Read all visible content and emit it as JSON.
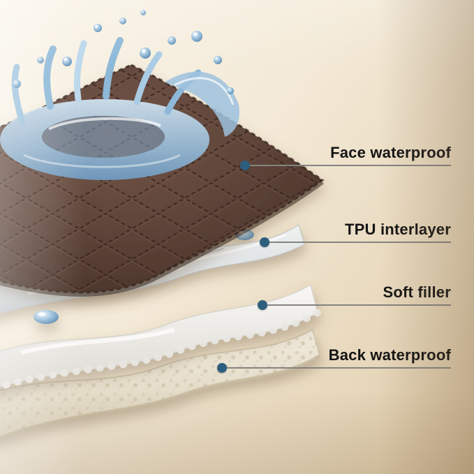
{
  "diagram": {
    "type": "exploded-layers",
    "subject": "waterproof quilted pad cross-section",
    "callouts": [
      {
        "label": "Face waterproof"
      },
      {
        "label": "TPU interlayer"
      },
      {
        "label": "Soft filler"
      },
      {
        "label": "Back waterproof"
      }
    ],
    "accent": {
      "dot_color": "#2e5e7d",
      "line_color": "#85837f",
      "text_color": "#141414"
    },
    "layers": [
      {
        "name": "face-waterproof",
        "material_color": "#5a4136"
      },
      {
        "name": "tpu-interlayer",
        "material_color": "#dfe3e4"
      },
      {
        "name": "soft-filler",
        "material_color": "#f3f1ee"
      },
      {
        "name": "back-waterproof",
        "material_color": "#eae2d1"
      }
    ],
    "background": {
      "top_left": "#faf5ea",
      "bottom_right": "#d9c5a2"
    }
  }
}
